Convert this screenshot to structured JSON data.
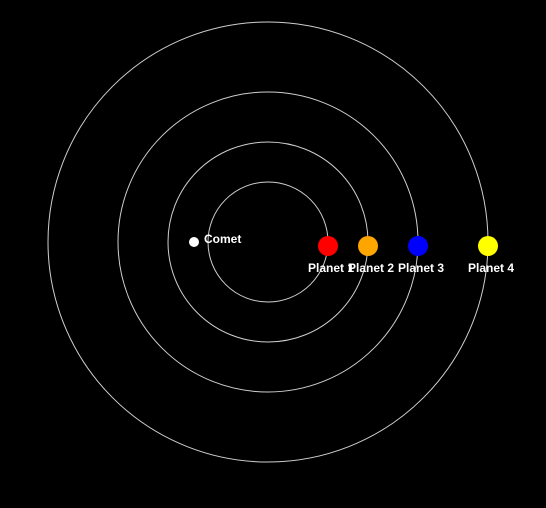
{
  "colors": {
    "background": "#000000",
    "orbit_stroke": "#cfcfcf",
    "label_text": "#ffffff"
  },
  "comet": {
    "label": "Comet",
    "color": "#ffffff"
  },
  "planets": [
    {
      "label": "Planet 1",
      "color": "#ff0000"
    },
    {
      "label": "Planet 2",
      "color": "#ffa500"
    },
    {
      "label": "Planet 3",
      "color": "#0000ff"
    },
    {
      "label": "Planet 4",
      "color": "#ffff00"
    }
  ]
}
